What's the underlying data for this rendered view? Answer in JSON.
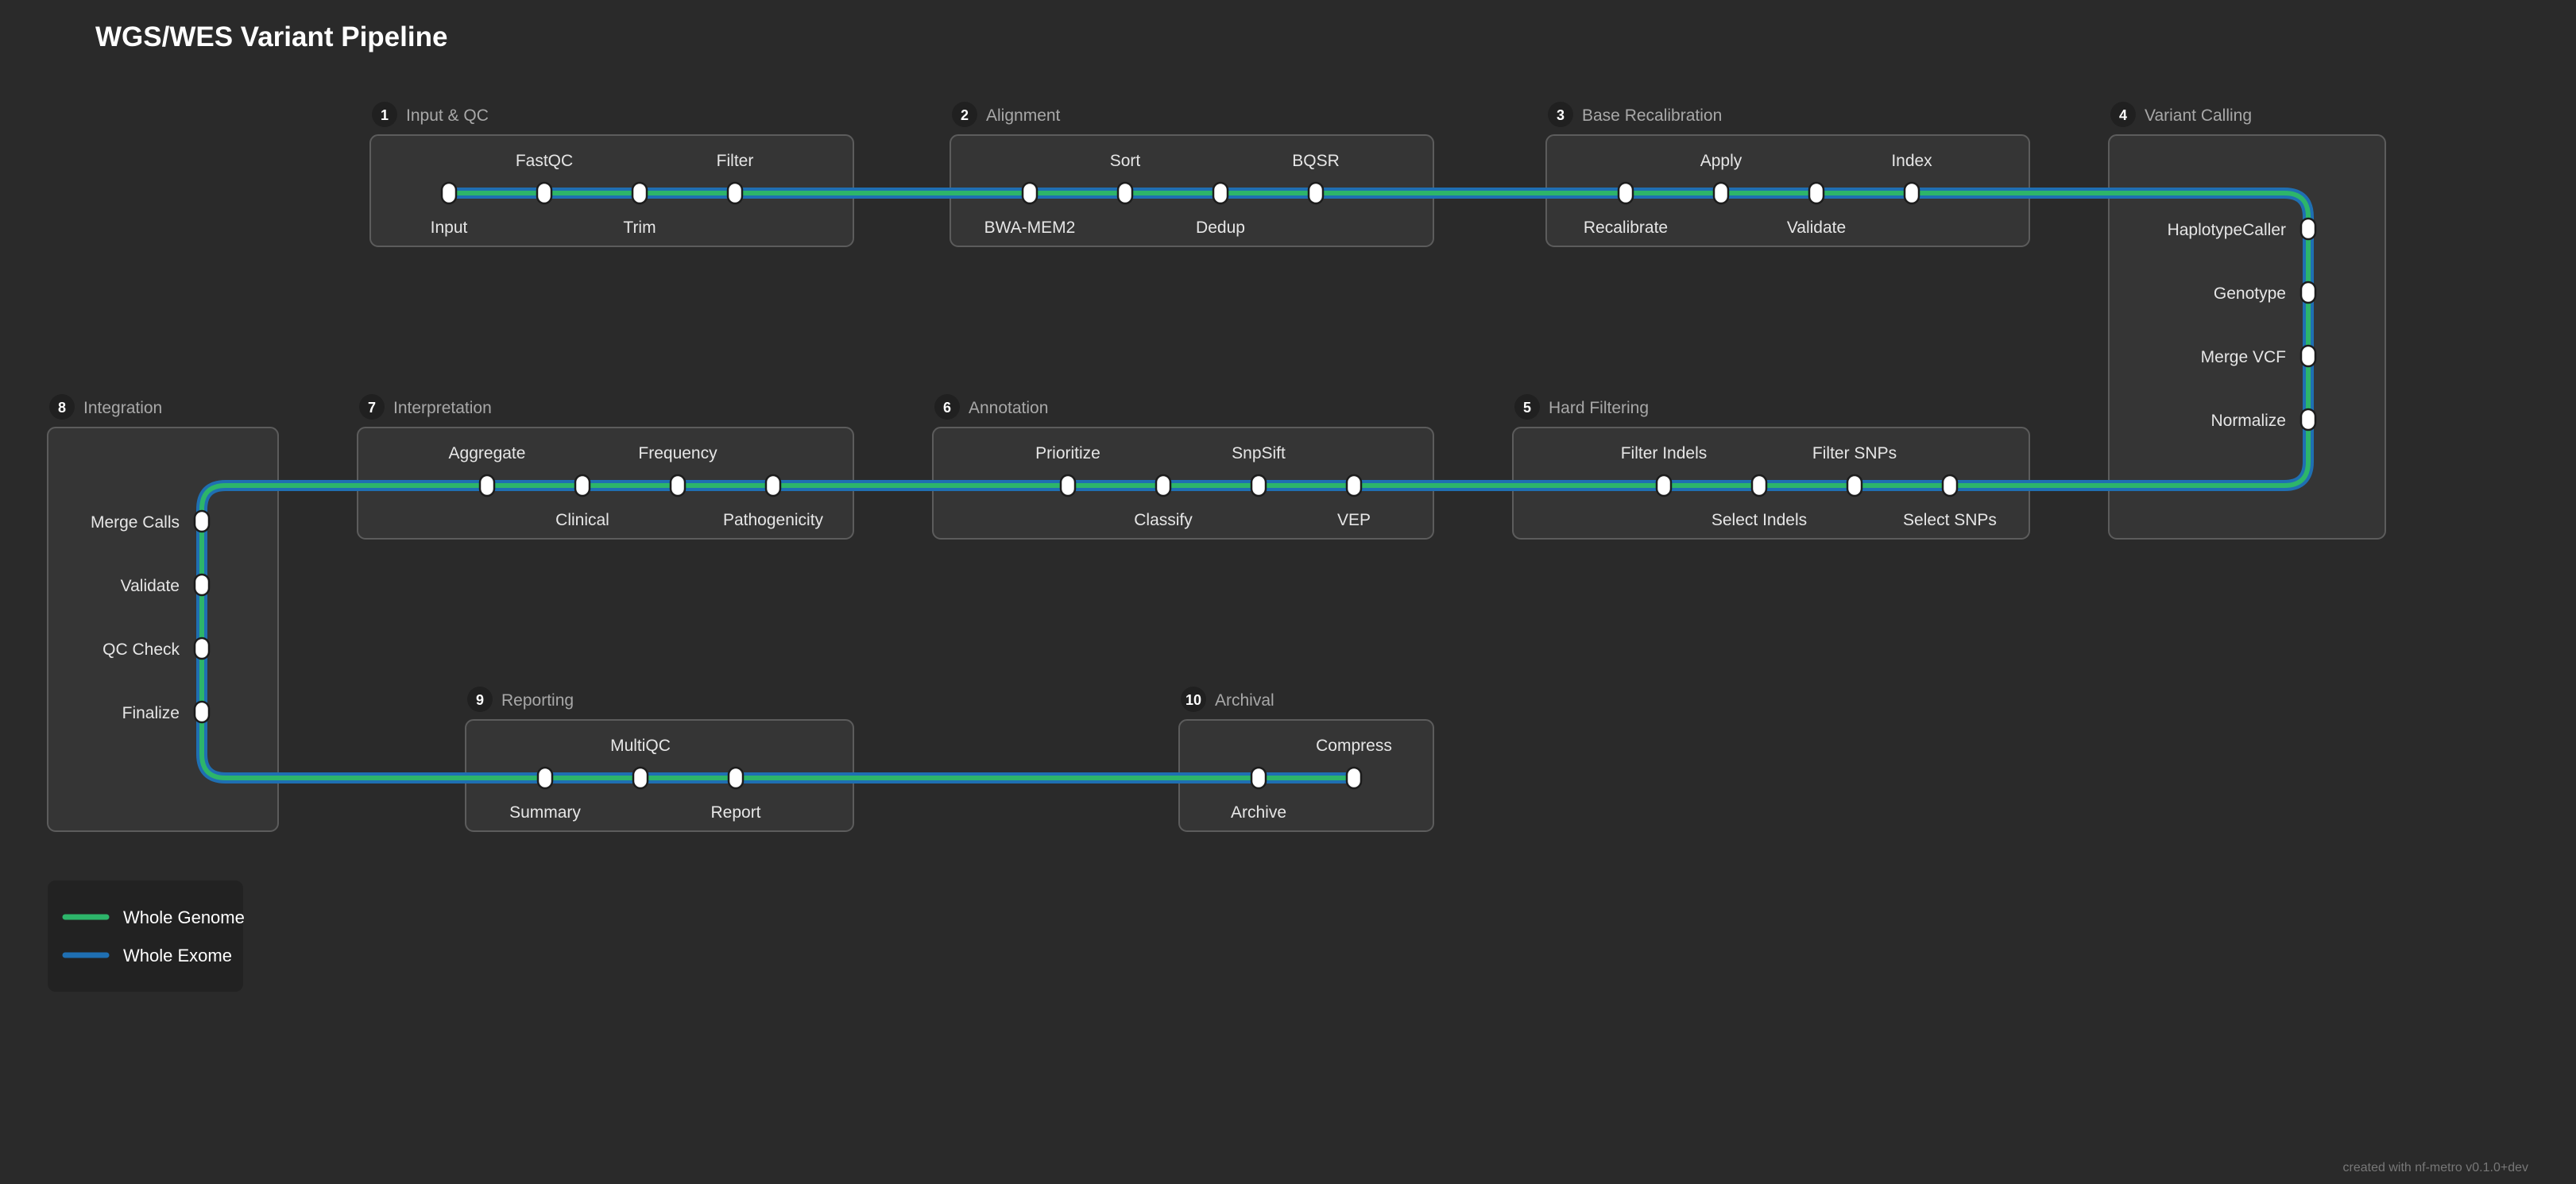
{
  "title": "WGS/WES Variant Pipeline",
  "footer": "created with nf-metro v0.1.0+dev",
  "colors": {
    "background": "#2a2a2a",
    "section_fill": "#353535",
    "section_stroke": "#5c5c5c",
    "legend_fill": "#222222",
    "whole_genome": "#2db56a",
    "whole_exome": "#1f6fb2"
  },
  "legend": [
    {
      "label": "Whole Genome",
      "color": "#2db56a"
    },
    {
      "label": "Whole Exome",
      "color": "#1f6fb2"
    }
  ],
  "sections": [
    {
      "id": "s1",
      "number": "1",
      "name": "Input & QC",
      "stations": [
        {
          "label": "Input",
          "pos": "below"
        },
        {
          "label": "FastQC",
          "pos": "above"
        },
        {
          "label": "Trim",
          "pos": "below"
        },
        {
          "label": "Filter",
          "pos": "above"
        }
      ]
    },
    {
      "id": "s2",
      "number": "2",
      "name": "Alignment",
      "stations": [
        {
          "label": "BWA-MEM2",
          "pos": "below"
        },
        {
          "label": "Sort",
          "pos": "above"
        },
        {
          "label": "Dedup",
          "pos": "below"
        },
        {
          "label": "BQSR",
          "pos": "above"
        }
      ]
    },
    {
      "id": "s3",
      "number": "3",
      "name": "Base Recalibration",
      "stations": [
        {
          "label": "Recalibrate",
          "pos": "below"
        },
        {
          "label": "Apply",
          "pos": "above"
        },
        {
          "label": "Validate",
          "pos": "below"
        },
        {
          "label": "Index",
          "pos": "above"
        }
      ]
    },
    {
      "id": "s4",
      "number": "4",
      "name": "Variant Calling",
      "stations": [
        {
          "label": "HaplotypeCaller",
          "pos": "left"
        },
        {
          "label": "Genotype",
          "pos": "left"
        },
        {
          "label": "Merge VCF",
          "pos": "left"
        },
        {
          "label": "Normalize",
          "pos": "left"
        }
      ]
    },
    {
      "id": "s5",
      "number": "5",
      "name": "Hard Filtering",
      "stations": [
        {
          "label": "Filter Indels",
          "pos": "above"
        },
        {
          "label": "Select Indels",
          "pos": "below"
        },
        {
          "label": "Filter SNPs",
          "pos": "above"
        },
        {
          "label": "Select SNPs",
          "pos": "below"
        }
      ]
    },
    {
      "id": "s6",
      "number": "6",
      "name": "Annotation",
      "stations": [
        {
          "label": "Prioritize",
          "pos": "above"
        },
        {
          "label": "Classify",
          "pos": "below"
        },
        {
          "label": "SnpSift",
          "pos": "above"
        },
        {
          "label": "VEP",
          "pos": "below"
        }
      ]
    },
    {
      "id": "s7",
      "number": "7",
      "name": "Interpretation",
      "stations": [
        {
          "label": "Aggregate",
          "pos": "above"
        },
        {
          "label": "Clinical",
          "pos": "below"
        },
        {
          "label": "Frequency",
          "pos": "above"
        },
        {
          "label": "Pathogenicity",
          "pos": "below"
        }
      ]
    },
    {
      "id": "s8",
      "number": "8",
      "name": "Integration",
      "stations": [
        {
          "label": "Merge Calls",
          "pos": "left"
        },
        {
          "label": "Validate",
          "pos": "left"
        },
        {
          "label": "QC Check",
          "pos": "left"
        },
        {
          "label": "Finalize",
          "pos": "left"
        }
      ]
    },
    {
      "id": "s9",
      "number": "9",
      "name": "Reporting",
      "stations": [
        {
          "label": "Summary",
          "pos": "below"
        },
        {
          "label": "MultiQC",
          "pos": "above"
        },
        {
          "label": "Report",
          "pos": "below"
        }
      ]
    },
    {
      "id": "s10",
      "number": "10",
      "name": "Archival",
      "stations": [
        {
          "label": "Archive",
          "pos": "below"
        },
        {
          "label": "Compress",
          "pos": "above"
        }
      ]
    }
  ]
}
